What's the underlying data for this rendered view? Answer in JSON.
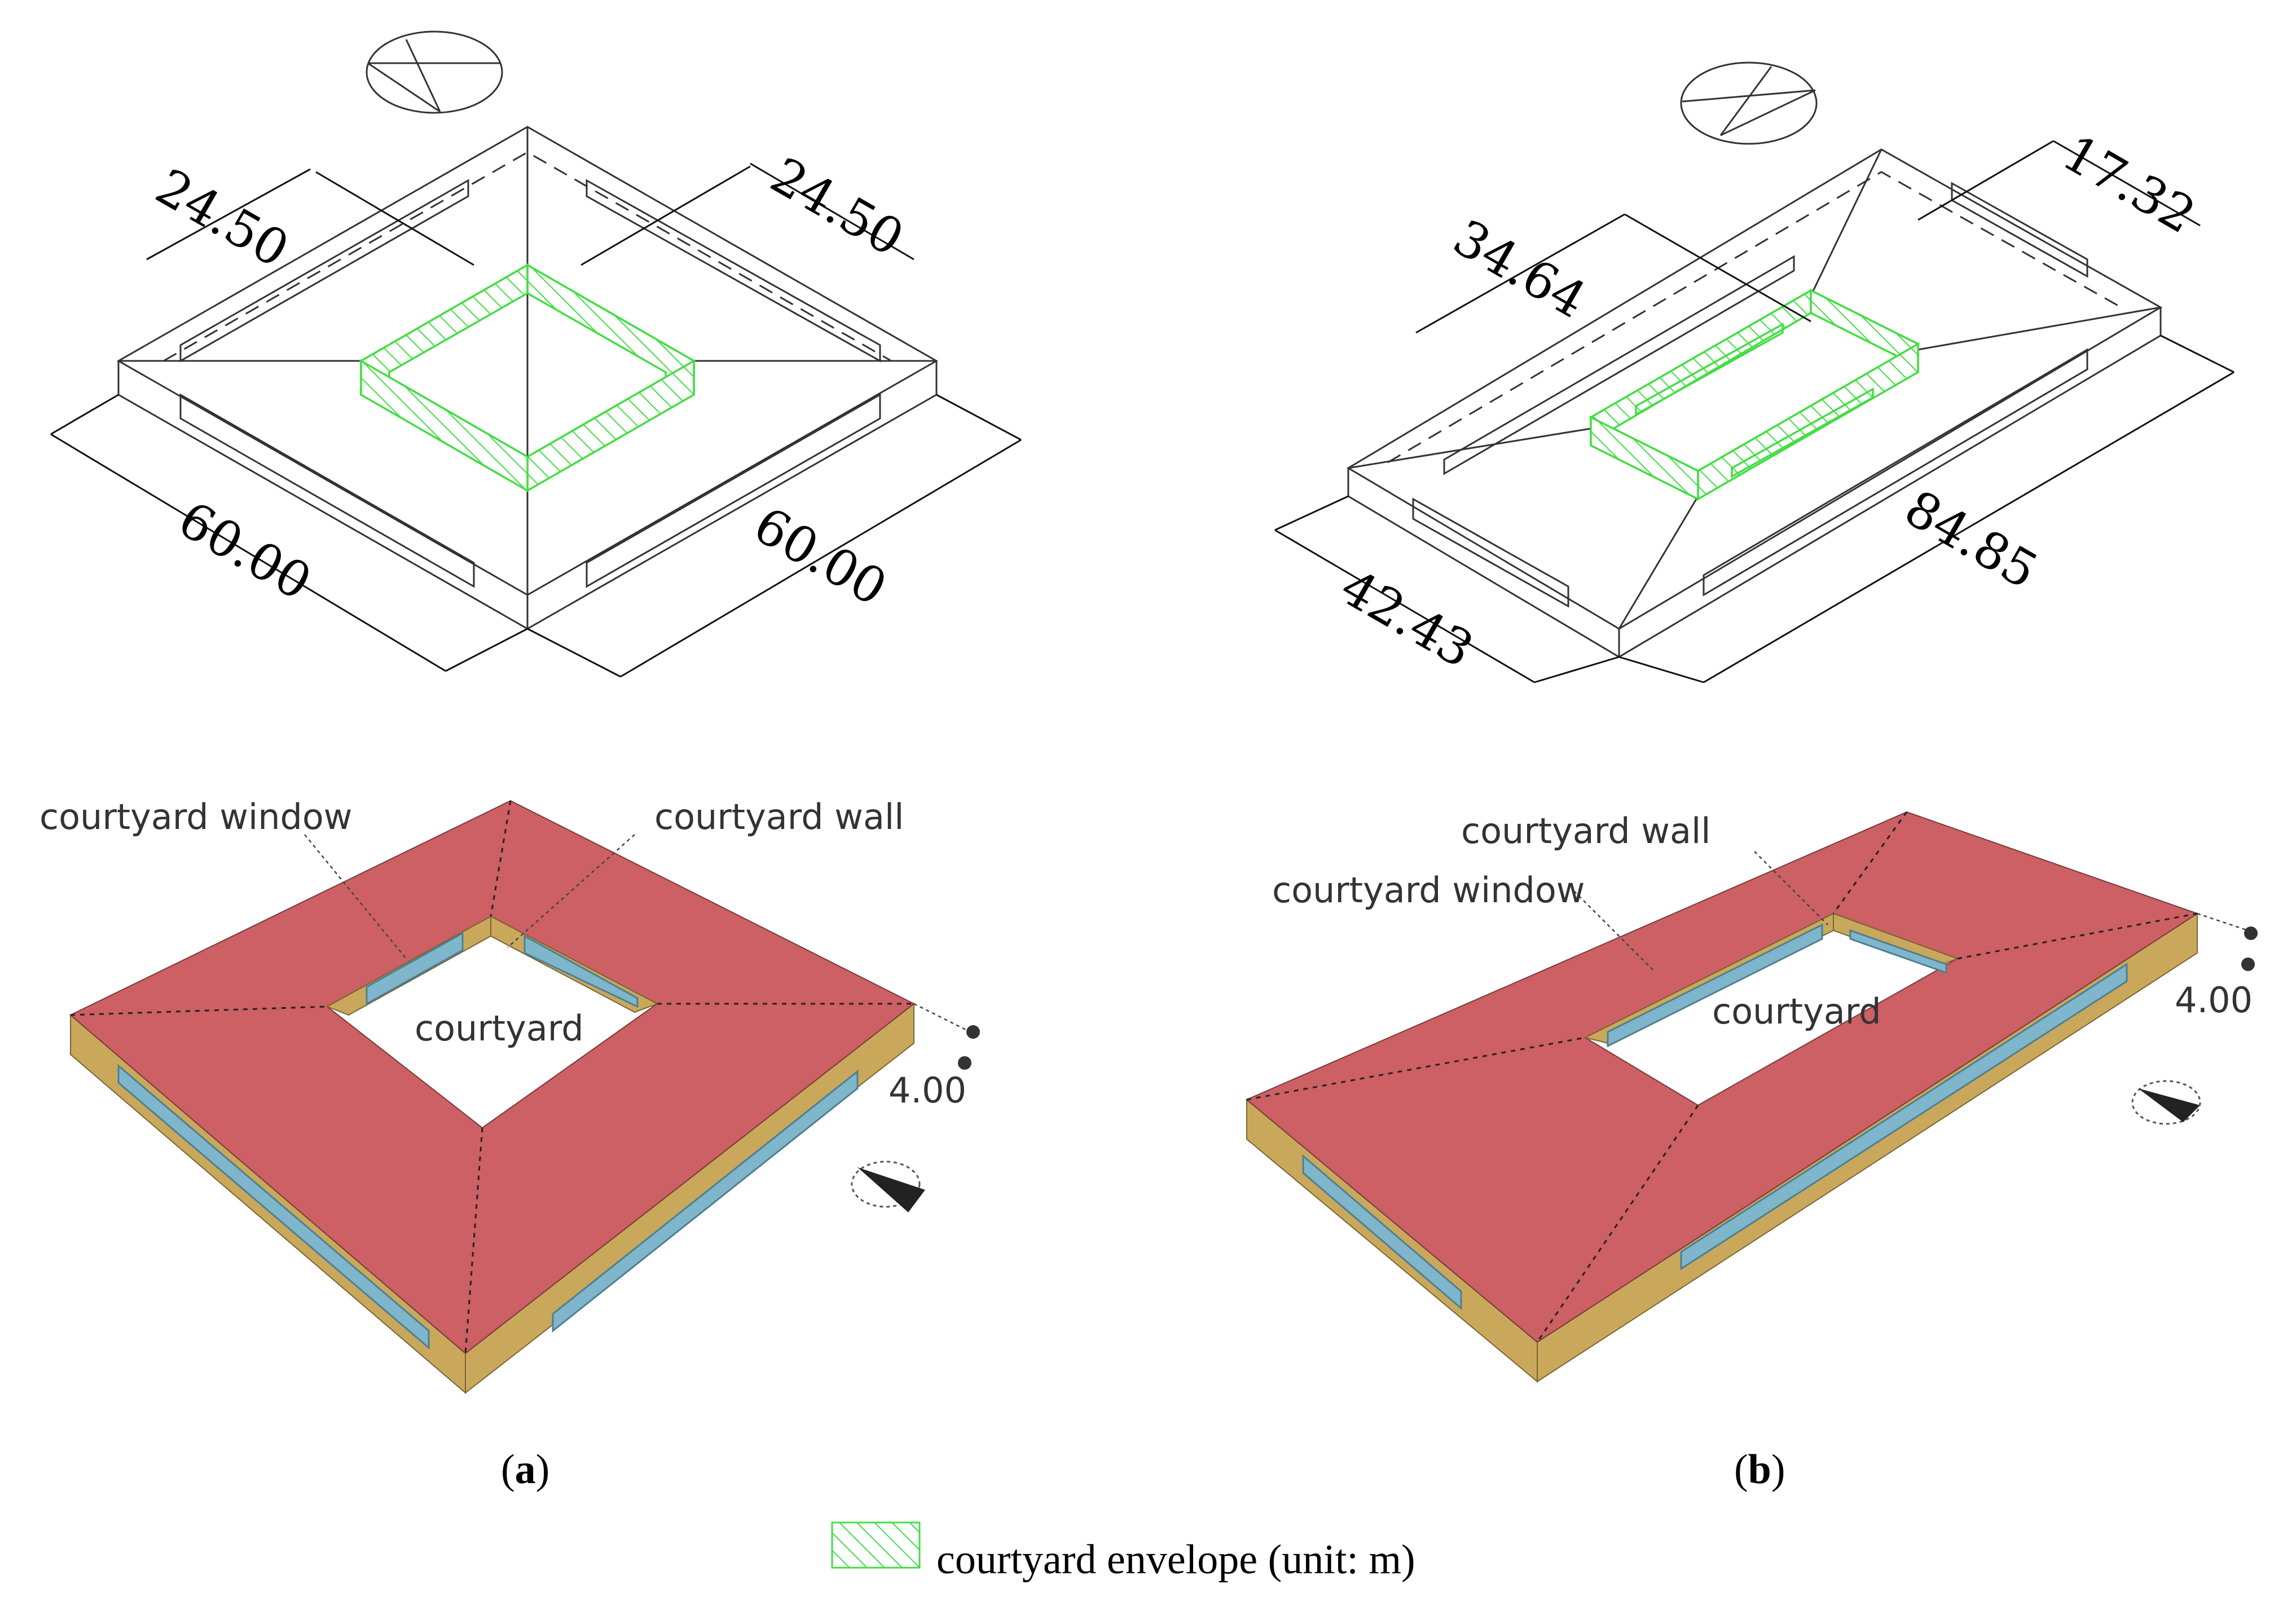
{
  "panel_a": {
    "dimensions": {
      "courtyard_left": "24.50",
      "courtyard_right": "24.50",
      "building_left": "60.00",
      "building_right": "60.00",
      "height": "4.00"
    },
    "labels": {
      "window": "courtyard window",
      "wall": "courtyard wall",
      "courtyard": "courtyard"
    },
    "caption_letter": "a"
  },
  "panel_b": {
    "dimensions": {
      "courtyard_long": "34.64",
      "courtyard_short": "17.32",
      "building_short": "42.43",
      "building_long": "84.85",
      "height": "4.00"
    },
    "labels": {
      "wall": "courtyard wall",
      "window": "courtyard window",
      "courtyard": "courtyard"
    },
    "caption_letter": "b"
  },
  "legend": {
    "label": "courtyard envelope (unit: m)"
  },
  "colors": {
    "roof": "#cc6064",
    "side": "#c9a85c",
    "window": "#7fb6cc",
    "envelope": "#44dd44"
  }
}
